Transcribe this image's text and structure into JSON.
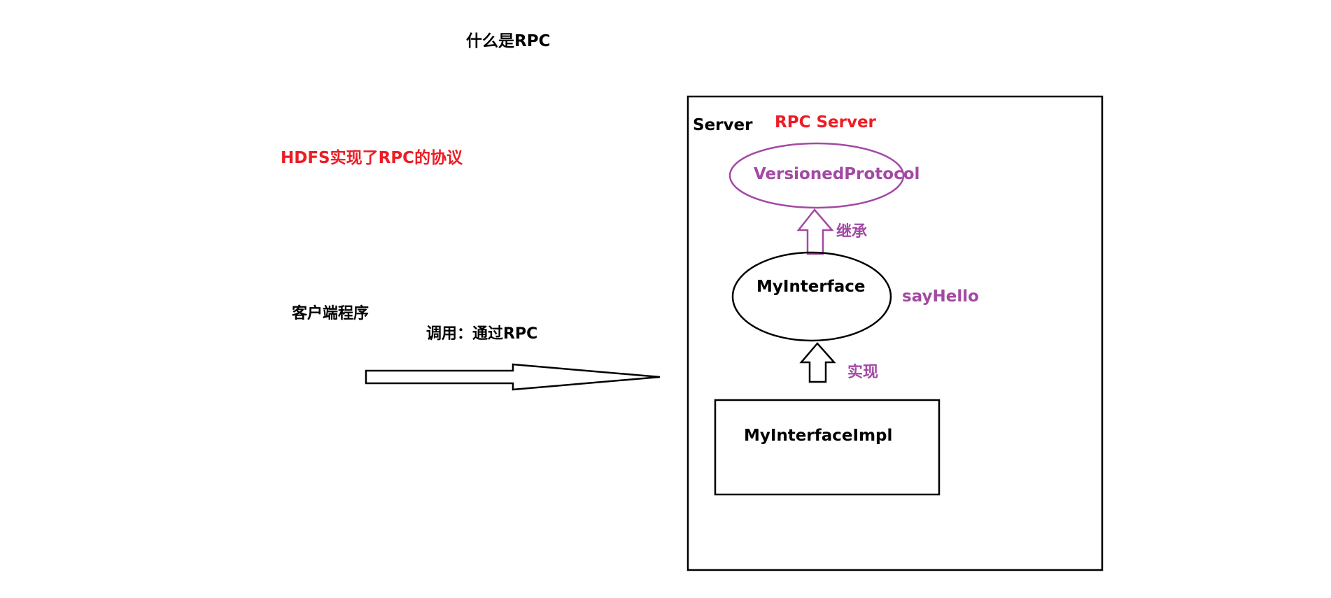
{
  "title": "什么是RPC",
  "note": "HDFS实现了RPC的协议",
  "client": {
    "label": "客户端程序",
    "call_label": "调用：通过RPC"
  },
  "server": {
    "label": "Server",
    "rpc_label": "RPC Server",
    "protocol": "VersionedProtocol",
    "inherit_label": "继承",
    "interface": "MyInterface",
    "method": "sayHello",
    "implement_label": "实现",
    "impl_class": "MyInterfaceImpl"
  },
  "colors": {
    "red": "#ed1c24",
    "purple": "#a349a4",
    "black": "#000000"
  }
}
